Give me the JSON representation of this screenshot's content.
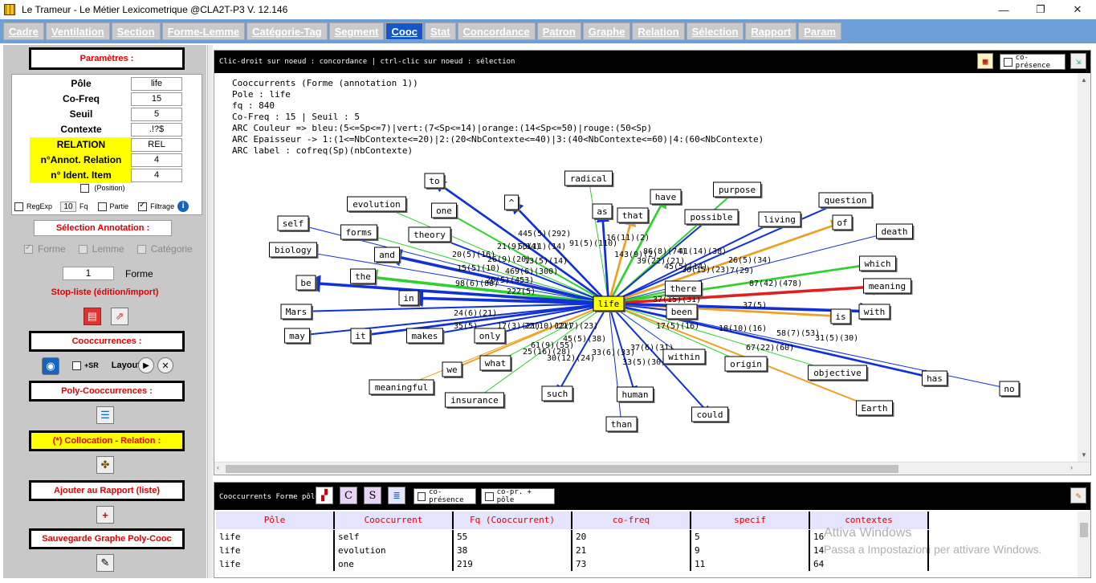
{
  "titlebar": {
    "title": "Le Trameur - Le Métier Lexicometrique @CLA2T-P3 V. 12.146",
    "minimize": "—",
    "maximize": "❐",
    "close": "✕"
  },
  "tabs": [
    "Cadre",
    "Ventilation",
    "Section",
    "Forme-Lemme",
    "Catégorie-Tag",
    "Segment",
    "Cooc",
    "Stat",
    "Concordance",
    "Patron",
    "Graphe",
    "Relation",
    "Sélection",
    "Rapport",
    "Param"
  ],
  "active_tab": "Cooc",
  "left": {
    "params_title": "Paramètres :",
    "params": [
      {
        "label": "Pôle",
        "value": "life"
      },
      {
        "label": "Co-Freq",
        "value": "15"
      },
      {
        "label": "Seuil",
        "value": "5"
      },
      {
        "label": "Contexte",
        "value": ".!?$"
      },
      {
        "label": "RELATION",
        "value": "REL"
      },
      {
        "label": "n°Annot. Relation",
        "value": "4"
      },
      {
        "label": "n° Ident. Item",
        "value": "4"
      }
    ],
    "position_label": "(Position)",
    "regexp_label": "RegExp",
    "fq_value": "10",
    "fq_label": "Fq",
    "partie_label": "Partie",
    "filtrage_label": "Filtrage",
    "selection_title": "Sélection Annotation :",
    "forme_label": "Forme",
    "lemme_label": "Lemme",
    "categorie_label": "Catégorie",
    "annot_value": "1",
    "annot_label": "Forme",
    "stopliste_label": "Stop-liste (édition/import)",
    "cooc_title": "Cooccurrences :",
    "sr_label": "+SR",
    "layout_label": "Layout",
    "poly_title": "Poly-Cooccurrences :",
    "colloc_title": "(*) Collocation - Relation :",
    "rapport_title": "Ajouter au Rapport (liste)",
    "sauvegarde_title": "Sauvegarde Graphe Poly-Cooc"
  },
  "graph": {
    "help": "Clic-droit sur noeud : concordance | ctrl-clic sur noeud : sélection",
    "copresence_label": "co-présence",
    "info_lines": [
      "Cooccurrents (Forme (annotation 1))",
      "Pole : life",
      "fq : 840",
      "Co-Freq : 15 | Seuil : 5",
      "ARC Couleur => bleu:(5<=Sp<=7)|vert:(7<Sp<=14)|orange:(14<Sp<=50)|rouge:(50<Sp)",
      "ARC Epaisseur -> 1:(1<=NbContexte<=20)|2:(20<NbContexte<=40)|3:(40<NbContexte<=60)|4:(60<NbContexte)",
      "ARC label : cofreq(Sp)(nbContexte)"
    ],
    "center": "life",
    "nodes": [
      "to",
      "radical",
      "have",
      "purpose",
      "question",
      "evolution",
      "^",
      "one",
      "as",
      "that",
      "possible",
      "living",
      "of",
      "death",
      "self",
      "forms",
      "theory",
      "biology",
      "and",
      "which",
      "the",
      "there",
      "meaning",
      "be",
      "in",
      "Mars",
      "been",
      "is",
      "with",
      "may",
      "it",
      "makes",
      "only",
      "within",
      "origin",
      "objective",
      "has",
      "no",
      "we",
      "what",
      "meaningful",
      "insurance",
      "such",
      "human",
      "than",
      "could",
      "Earth"
    ],
    "edge_labels": [
      "445(5)(292)",
      "21(9)(14)",
      "53(11)(14)",
      "91(5)(110)",
      "16(11)(2)",
      "143(9)(2)",
      "86(8)(74)",
      "41(14)(38)",
      "20(5)(16)",
      "26(9)(20)",
      "13(5)(14)",
      "39(22)(21)",
      "45(5)(14)",
      "26(5)(34)",
      "15(5)(10)",
      "469(6)(300)",
      "98(6)(88)",
      "26(5)(453)",
      "222(5)",
      "30(15)(23)",
      "7(29)",
      "87(42)(478)",
      "24(6)(21)",
      "35(5)",
      "17(3)(21)",
      "22(10)(21)",
      "12(7)(23)",
      "45(5)(38)",
      "58(7)(53)",
      "31(5)(30)",
      "37(15)(31)",
      "17(5)(16)",
      "18(10)(16)",
      "61(9)(55)",
      "25(16)(28)",
      "30(12)(24)",
      "33(6)(33)",
      "37(6)(31)",
      "33(5)(30)",
      "67(22)(60)",
      "37(5)"
    ]
  },
  "table": {
    "title": "Cooccurrents Forme pôle",
    "copresence_label": "co-présence",
    "copr_pole_label": "co-pr. + pôle",
    "headers": [
      "Pôle",
      "Cooccurrent",
      "Fq (Cooccurrent)",
      "co-freq",
      "specif",
      "contextes"
    ],
    "rows": [
      [
        "life",
        "self",
        "55",
        "20",
        "5",
        "16"
      ],
      [
        "life",
        "evolution",
        "38",
        "21",
        "9",
        "14"
      ],
      [
        "life",
        "one",
        "219",
        "73",
        "11",
        "64"
      ]
    ]
  },
  "watermark": {
    "line1": "Attiva Windows",
    "line2": "Passa a Impostazioni per attivare Windows."
  }
}
